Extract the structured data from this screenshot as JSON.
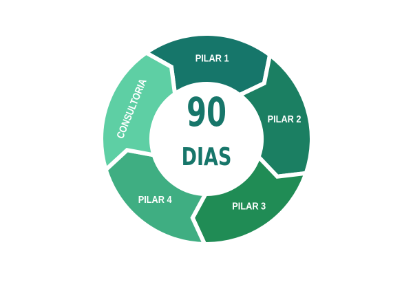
{
  "center": {
    "number": "90",
    "unit": "DIAS"
  },
  "segments": [
    {
      "label": "PILAR 1",
      "color": "#16766a"
    },
    {
      "label": "PILAR 2",
      "color": "#1b7f62"
    },
    {
      "label": "PILAR 3",
      "color": "#208c55"
    },
    {
      "label": "PILAR 4",
      "color": "#3fae82"
    },
    {
      "label": "CONSULTORIA",
      "color": "#5ecfa4"
    }
  ]
}
